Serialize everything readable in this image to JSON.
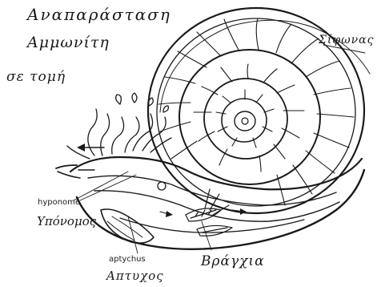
{
  "title": {
    "line1": "Αναπαράσταση",
    "line2": "Αμμωνίτη",
    "line3": "σε τομή"
  },
  "labels": {
    "siphon": "Σίφωνας",
    "hyponome_en": "hyponome",
    "hyponome_gr": "Υπόνομος",
    "aptychus_en": "aptychus",
    "aptychus_gr": "Απτυχος",
    "gills": "Βράγχια"
  },
  "colors": {
    "ink": "#1a1a1a",
    "background": "#ffffff"
  }
}
